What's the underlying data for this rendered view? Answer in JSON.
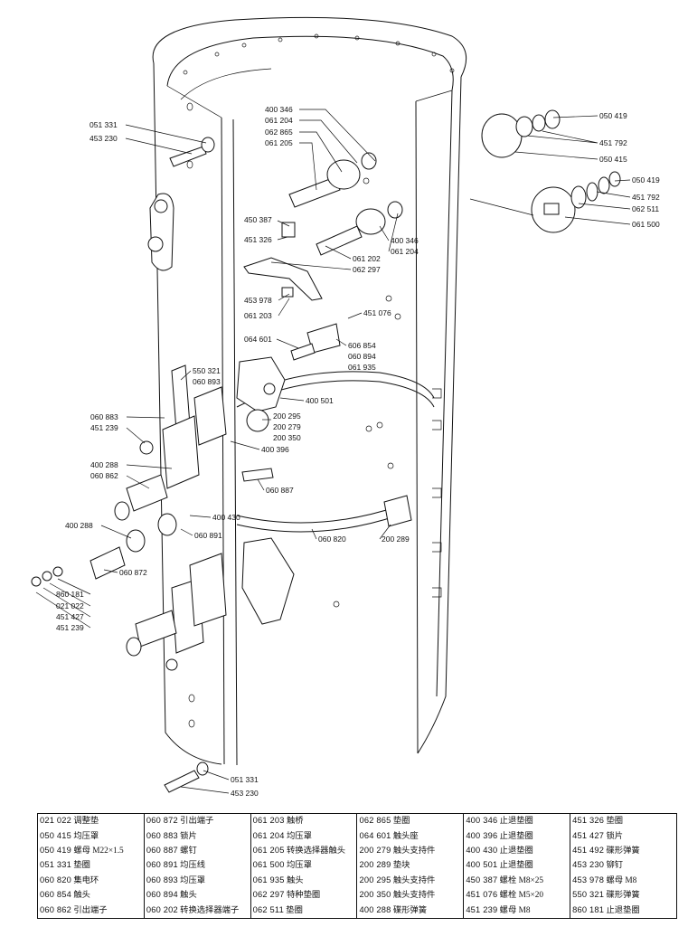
{
  "callouts": [
    {
      "text": "051 331"
    },
    {
      "text": "453 230"
    },
    {
      "text": "400 346"
    },
    {
      "text": "061 204"
    },
    {
      "text": "062 865"
    },
    {
      "text": "061 205"
    },
    {
      "text": "450 387"
    },
    {
      "text": "451 326"
    },
    {
      "text": "400 346"
    },
    {
      "text": "061 204"
    },
    {
      "text": "061 202"
    },
    {
      "text": "062 297"
    },
    {
      "text": "453 978"
    },
    {
      "text": "061 203"
    },
    {
      "text": "451 076"
    },
    {
      "text": "064 601"
    },
    {
      "text": "606 854"
    },
    {
      "text": "060 894"
    },
    {
      "text": "061 935"
    },
    {
      "text": "550 321"
    },
    {
      "text": "060 893"
    },
    {
      "text": "400 501"
    },
    {
      "text": "060 883"
    },
    {
      "text": "451 239"
    },
    {
      "text": "200 295"
    },
    {
      "text": "200 279"
    },
    {
      "text": "200 350"
    },
    {
      "text": "400 396"
    },
    {
      "text": "400 288"
    },
    {
      "text": "060 862"
    },
    {
      "text": "060 887"
    },
    {
      "text": "400 430"
    },
    {
      "text": "400 288"
    },
    {
      "text": "060 891"
    },
    {
      "text": "060 820"
    },
    {
      "text": "200 289"
    },
    {
      "text": "060 872"
    },
    {
      "text": "860 181"
    },
    {
      "text": "021 022"
    },
    {
      "text": "451 427"
    },
    {
      "text": "451 239"
    },
    {
      "text": "050 419"
    },
    {
      "text": "451 792"
    },
    {
      "text": "050 415"
    },
    {
      "text": "050 419"
    },
    {
      "text": "451 792"
    },
    {
      "text": "062 511"
    },
    {
      "text": "061 500"
    },
    {
      "text": "051 331"
    },
    {
      "text": "453 230"
    }
  ],
  "parts_list": {
    "columns": [
      [
        {
          "code": "021 022",
          "name": "调整垫"
        },
        {
          "code": "050 415",
          "name": "均压罩"
        },
        {
          "code": "050 419",
          "name": "螺母 M22×1.5"
        },
        {
          "code": "051 331",
          "name": "垫圈"
        },
        {
          "code": "060 820",
          "name": "集电环"
        },
        {
          "code": "060 854",
          "name": "触头"
        },
        {
          "code": "060 862",
          "name": "引出端子"
        }
      ],
      [
        {
          "code": "060 872",
          "name": "引出端子"
        },
        {
          "code": "060 883",
          "name": "锁片"
        },
        {
          "code": "060 887",
          "name": "螺钉"
        },
        {
          "code": "060 891",
          "name": "均压线"
        },
        {
          "code": "060 893",
          "name": "均压罩"
        },
        {
          "code": "060 894",
          "name": "触头"
        },
        {
          "code": "060 202",
          "name": "转换选择器端子"
        }
      ],
      [
        {
          "code": "061 203",
          "name": "触桥"
        },
        {
          "code": "061 204",
          "name": "均压罩"
        },
        {
          "code": "061 205",
          "name": "转换选择器触头"
        },
        {
          "code": "061 500",
          "name": "均压罩"
        },
        {
          "code": "061 935",
          "name": "触头"
        },
        {
          "code": "062 297",
          "name": "特种垫圈"
        },
        {
          "code": "062 511",
          "name": "垫圈"
        }
      ],
      [
        {
          "code": "062 865",
          "name": "垫圈"
        },
        {
          "code": "064 601",
          "name": "触头座"
        },
        {
          "code": "200 279",
          "name": "触头支持件"
        },
        {
          "code": "200 289",
          "name": "垫块"
        },
        {
          "code": "200 295",
          "name": "触头支持件"
        },
        {
          "code": "200 350",
          "name": "触头支持件"
        },
        {
          "code": "400 288",
          "name": "碟形弹簧"
        }
      ],
      [
        {
          "code": "400 346",
          "name": "止退垫圈"
        },
        {
          "code": "400 396",
          "name": "止退垫圈"
        },
        {
          "code": "400 430",
          "name": "止退垫圈"
        },
        {
          "code": "400 501",
          "name": "止退垫圈"
        },
        {
          "code": "450 387",
          "name": "螺栓 M8×25"
        },
        {
          "code": "451 076",
          "name": "螺栓 M5×20"
        },
        {
          "code": "451 239",
          "name": "螺母 M8"
        }
      ],
      [
        {
          "code": "451 326",
          "name": "垫圈"
        },
        {
          "code": "451 427",
          "name": "锁片"
        },
        {
          "code": "451 492",
          "name": "碟形弹簧"
        },
        {
          "code": "453 230",
          "name": "铆钉"
        },
        {
          "code": "453 978",
          "name": "螺母 M8"
        },
        {
          "code": "550 321",
          "name": "碟形弹簧"
        },
        {
          "code": "860 181",
          "name": "止退垫圈"
        }
      ]
    ]
  }
}
